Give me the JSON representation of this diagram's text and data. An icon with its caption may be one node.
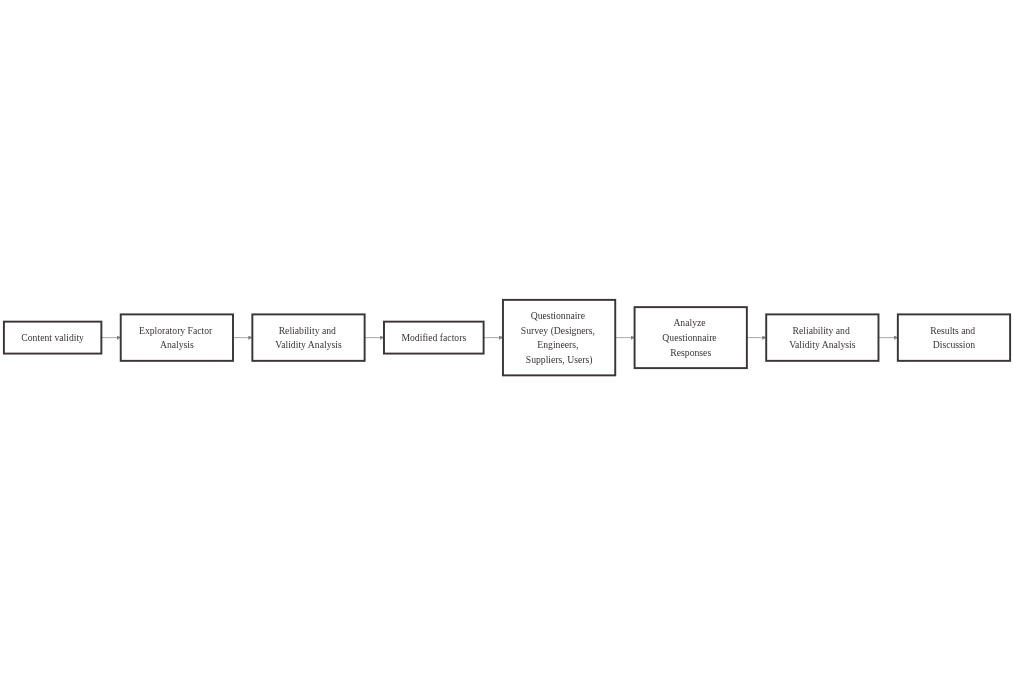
{
  "diagram": {
    "nodes": [
      {
        "text": [
          "Content validity"
        ]
      },
      {
        "text": [
          "Exploratory Factor Analysis"
        ]
      },
      {
        "text": [
          "Reliability and Validity Analysis"
        ]
      },
      {
        "text": [
          "Modified factors"
        ]
      },
      {
        "text": [
          "Questionnaire Survey (Designers, Engineers, Suppliers, Users)"
        ]
      },
      {
        "text": [
          "Analyze Questionnaire Responses"
        ]
      },
      {
        "text": [
          "Reliability and Validity Analysis"
        ]
      },
      {
        "text": [
          "Results and Discussion"
        ]
      }
    ],
    "edges": [
      {
        "from": 0,
        "to": 1,
        "arrow": "to"
      },
      {
        "from": 1,
        "to": 2,
        "arrow": "to"
      },
      {
        "from": 2,
        "to": 3,
        "arrow": "to"
      },
      {
        "from": 3,
        "to": 4,
        "arrow": "to"
      },
      {
        "from": 4,
        "to": 5,
        "arrow": "to"
      },
      {
        "from": 5,
        "to": 6,
        "arrow": "to"
      },
      {
        "from": 6,
        "to": 7,
        "arrow": "to"
      }
    ]
  }
}
